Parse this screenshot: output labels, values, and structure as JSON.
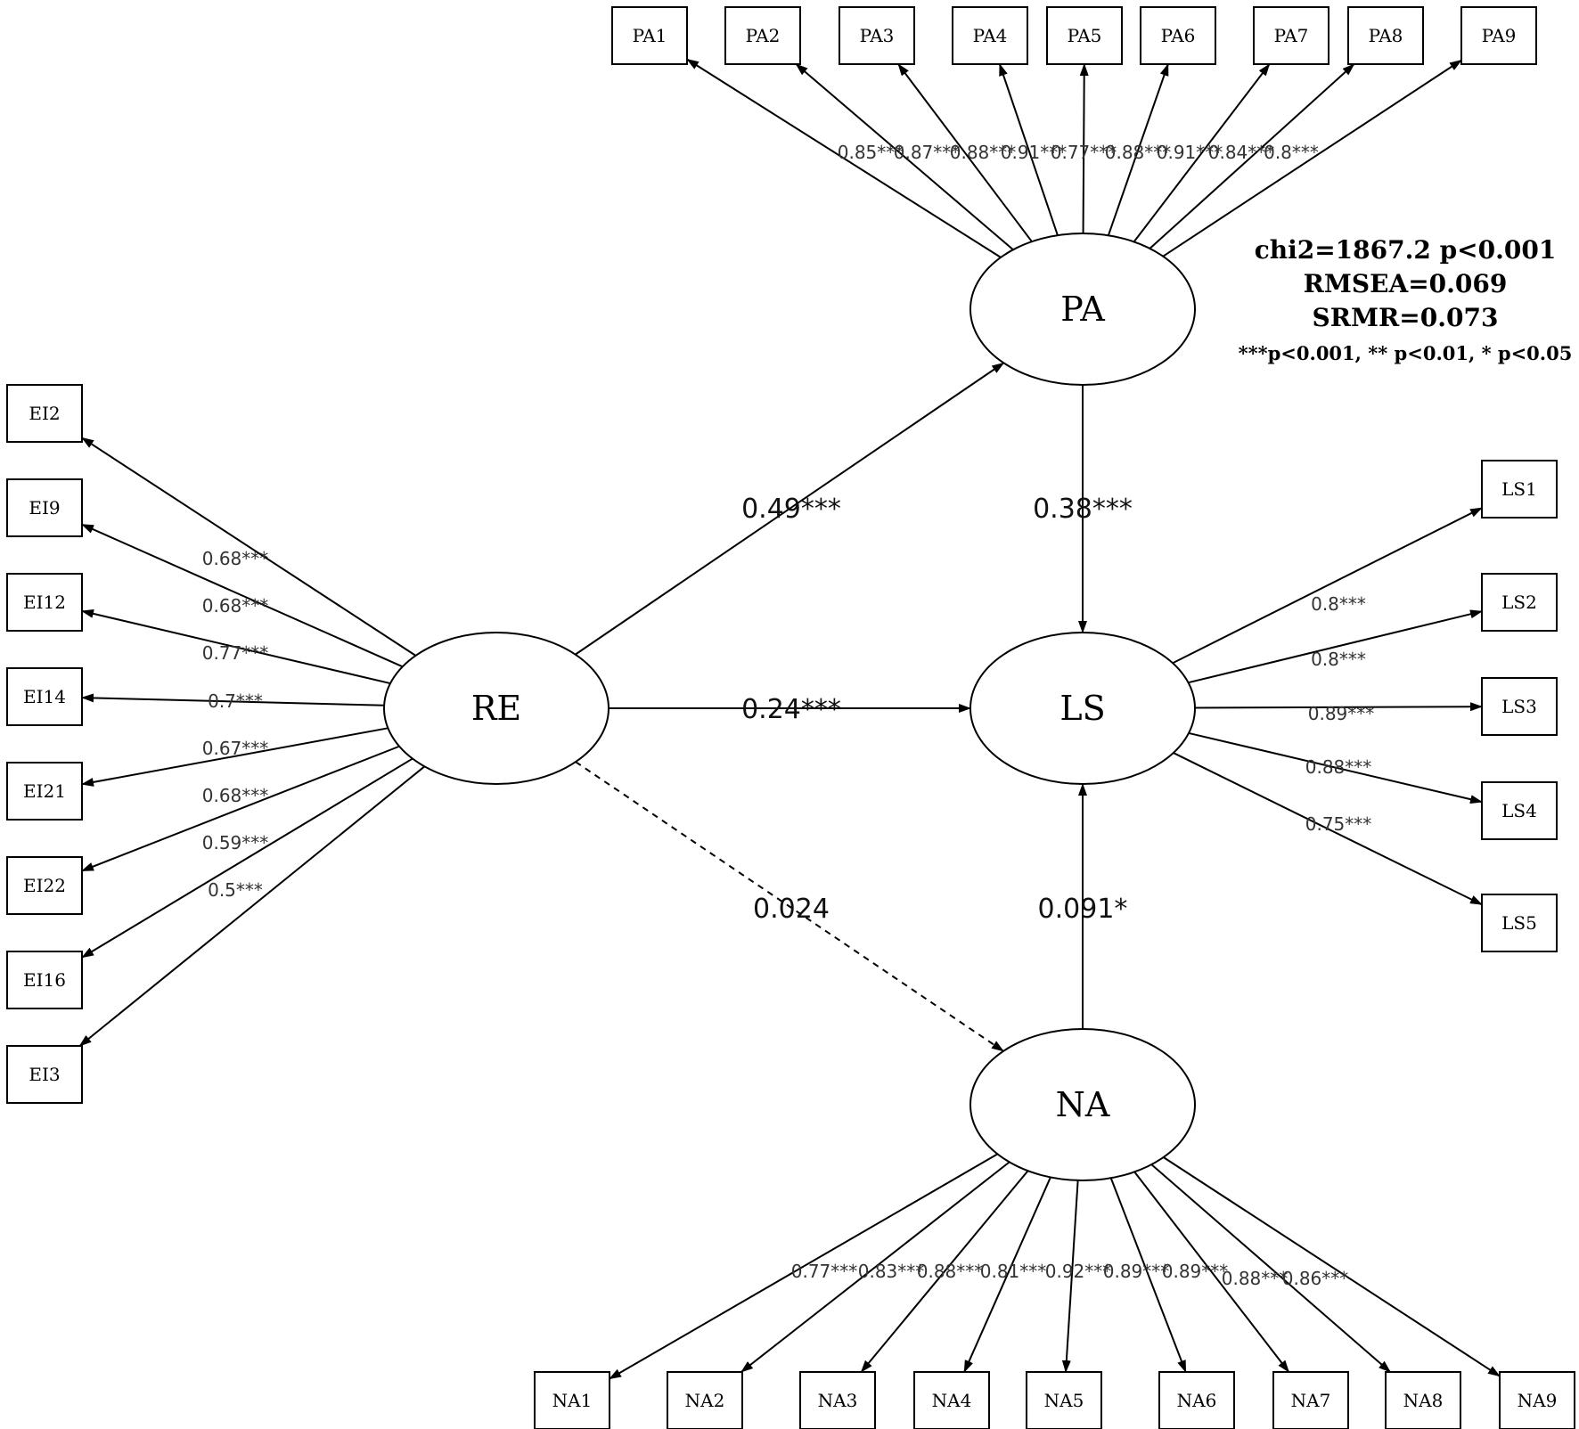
{
  "latents": {
    "PA": {
      "label": "PA"
    },
    "RE": {
      "label": "RE"
    },
    "LS": {
      "label": "LS"
    },
    "NA": {
      "label": "NA"
    }
  },
  "indicators": {
    "PA": [
      {
        "label": "PA1",
        "loading": "0.85***"
      },
      {
        "label": "PA2",
        "loading": "0.87***"
      },
      {
        "label": "PA3",
        "loading": "0.88***"
      },
      {
        "label": "PA4",
        "loading": "0.91***"
      },
      {
        "label": "PA5",
        "loading": "0.77***"
      },
      {
        "label": "PA6",
        "loading": "0.88***"
      },
      {
        "label": "PA7",
        "loading": "0.91***"
      },
      {
        "label": "PA8",
        "loading": "0.84***"
      },
      {
        "label": "PA9",
        "loading": "0.8***"
      }
    ],
    "RE": [
      {
        "label": "EI2",
        "loading": "0.68***"
      },
      {
        "label": "EI9",
        "loading": "0.68***"
      },
      {
        "label": "EI12",
        "loading": "0.77***"
      },
      {
        "label": "EI14",
        "loading": "0.7***"
      },
      {
        "label": "EI21",
        "loading": "0.67***"
      },
      {
        "label": "EI22",
        "loading": "0.68***"
      },
      {
        "label": "EI16",
        "loading": "0.59***"
      },
      {
        "label": "EI3",
        "loading": "0.5***"
      }
    ],
    "LS": [
      {
        "label": "LS1",
        "loading": "0.8***"
      },
      {
        "label": "LS2",
        "loading": "0.8***"
      },
      {
        "label": "LS3",
        "loading": "0.89***"
      },
      {
        "label": "LS4",
        "loading": "0.88***"
      },
      {
        "label": "LS5",
        "loading": "0.75***"
      }
    ],
    "NA": [
      {
        "label": "NA1",
        "loading": "0.77***"
      },
      {
        "label": "NA2",
        "loading": "0.83***"
      },
      {
        "label": "NA3",
        "loading": "0.88***"
      },
      {
        "label": "NA4",
        "loading": "0.81***"
      },
      {
        "label": "NA5",
        "loading": "0.92***"
      },
      {
        "label": "NA6",
        "loading": "0.89***"
      },
      {
        "label": "NA7",
        "loading": "0.89***"
      },
      {
        "label": "NA8",
        "loading": "0.88***"
      },
      {
        "label": "NA9",
        "loading": "0.86***"
      }
    ]
  },
  "paths": [
    {
      "from": "RE",
      "to": "PA",
      "coef": "0.49***",
      "dashed": false
    },
    {
      "from": "PA",
      "to": "LS",
      "coef": "0.38***",
      "dashed": false
    },
    {
      "from": "RE",
      "to": "LS",
      "coef": "0.24***",
      "dashed": false
    },
    {
      "from": "RE",
      "to": "NA",
      "coef": "0.024",
      "dashed": true
    },
    {
      "from": "NA",
      "to": "LS",
      "coef": "0.091*",
      "dashed": false
    }
  ],
  "fit": {
    "chi2": "chi2=1867.2 p<0.001",
    "rmsea": "RMSEA=0.069",
    "srmr": "SRMR=0.073",
    "note": "***p<0.001, ** p<0.01, * p<0.05"
  }
}
